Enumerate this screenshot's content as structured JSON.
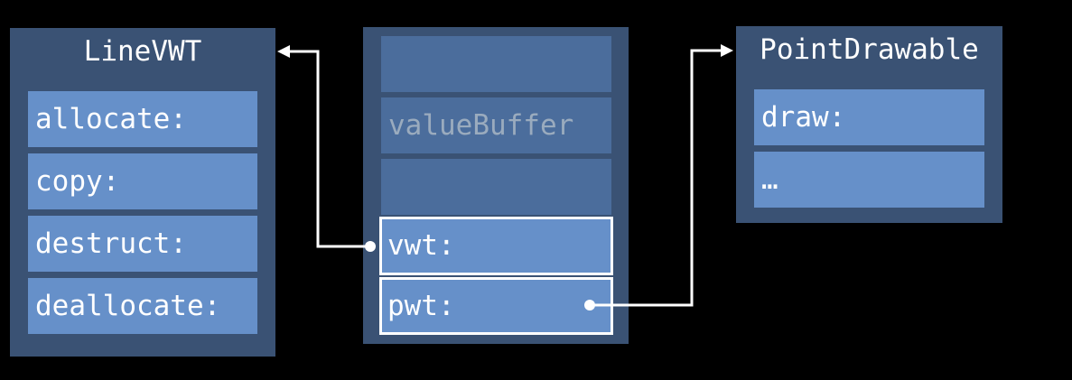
{
  "line_vwt": {
    "title": "LineVWT",
    "items": [
      {
        "label": "allocate:"
      },
      {
        "label": "copy:"
      },
      {
        "label": "destruct:"
      },
      {
        "label": "deallocate:"
      }
    ]
  },
  "existential_container": {
    "value_buffer_label": "valueBuffer",
    "vwt_label": "vwt:",
    "pwt_label": "pwt:"
  },
  "point_drawable": {
    "title": "PointDrawable",
    "items": [
      {
        "label": "draw:"
      },
      {
        "label": "…"
      }
    ]
  },
  "colors": {
    "background": "#000000",
    "panel": "#3a5274",
    "cell": "#6690c9",
    "buffer_cell": "#4b6d9c",
    "arrow": "#ffffff"
  }
}
